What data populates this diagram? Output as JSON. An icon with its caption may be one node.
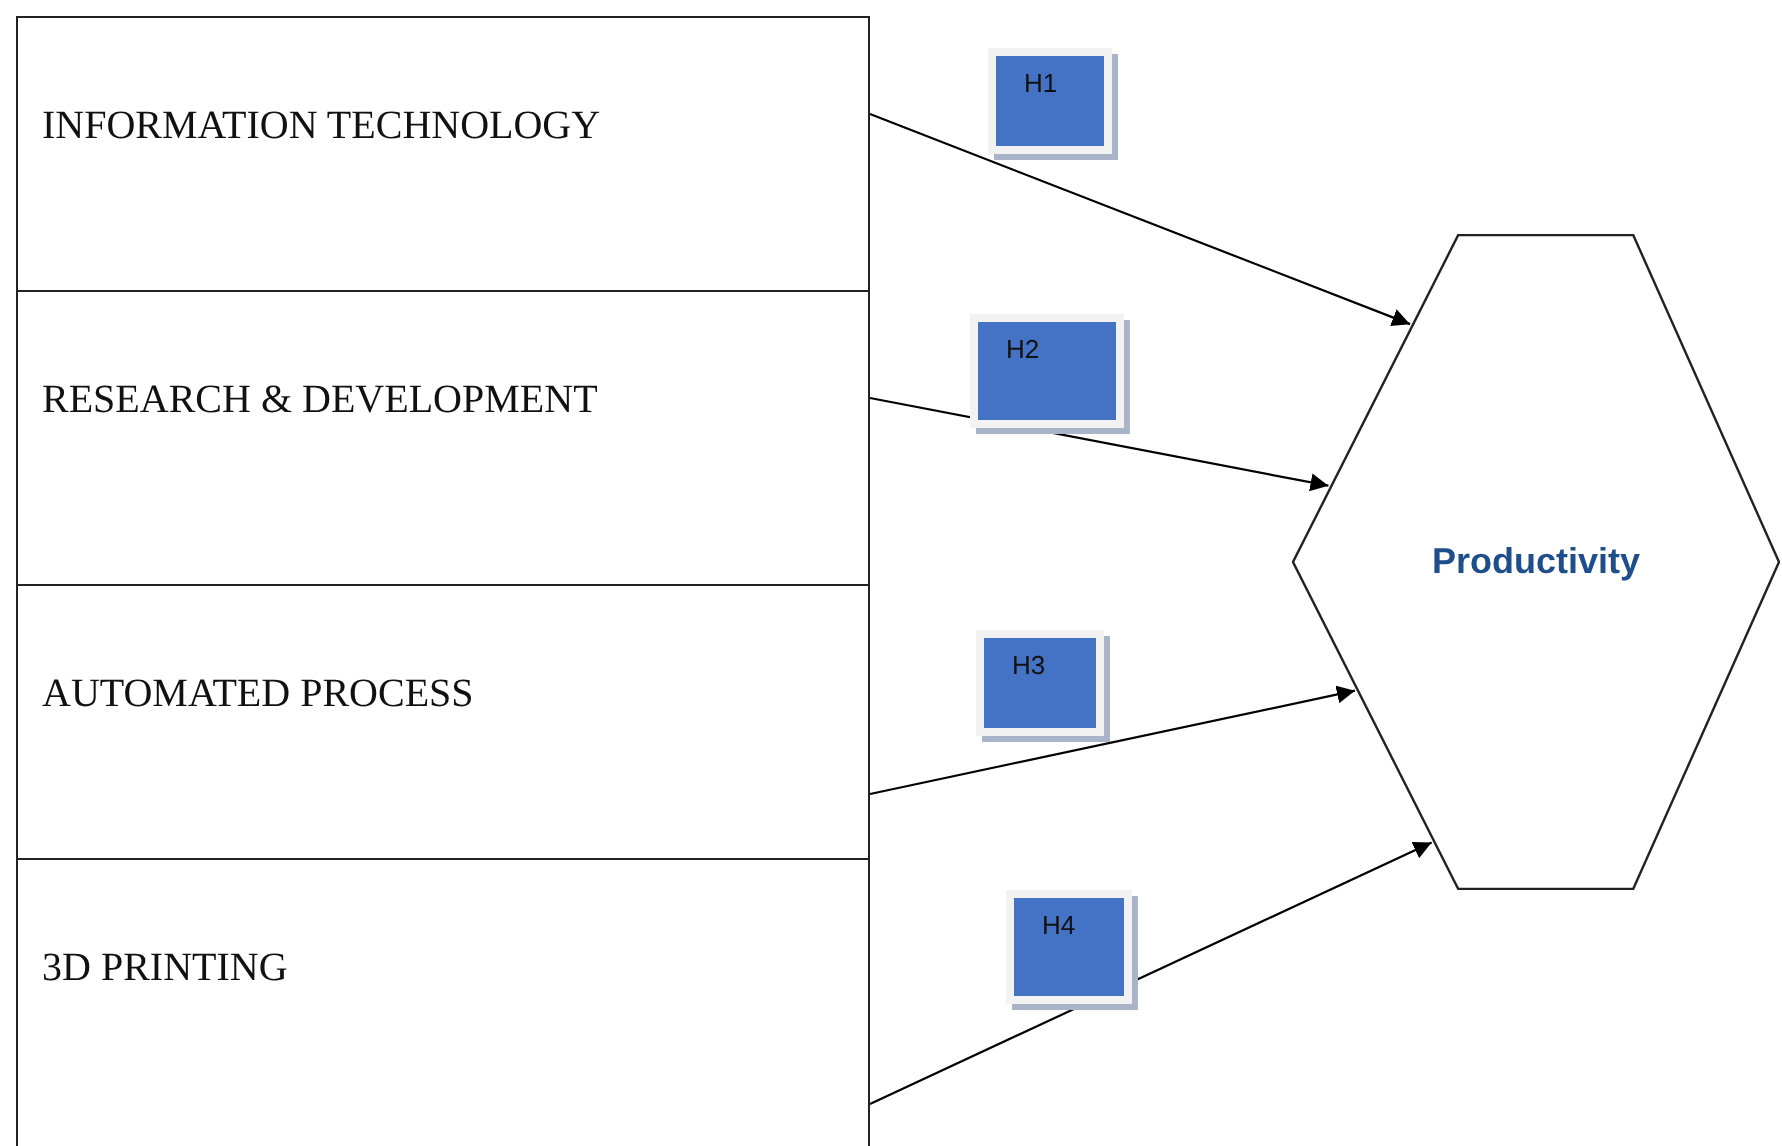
{
  "diagram": {
    "nodes": [
      {
        "text": [
          "INFORMATION TECHNOLOGY"
        ]
      },
      {
        "text": [
          "RESEARCH & DEVELOPMENT"
        ]
      },
      {
        "text": [
          "AUTOMATED PROCESS"
        ]
      },
      {
        "text": [
          "3D PRINTING"
        ]
      },
      {
        "text": [
          "Productivity"
        ]
      }
    ],
    "edges": [
      {
        "from": 0,
        "to": 4,
        "arrow": "to",
        "label": "H1"
      },
      {
        "from": 1,
        "to": 4,
        "arrow": "to",
        "label": "H2"
      },
      {
        "from": 2,
        "to": 4,
        "arrow": "to",
        "label": "H3"
      },
      {
        "from": 3,
        "to": 4,
        "arrow": "to",
        "label": "H4"
      }
    ]
  }
}
